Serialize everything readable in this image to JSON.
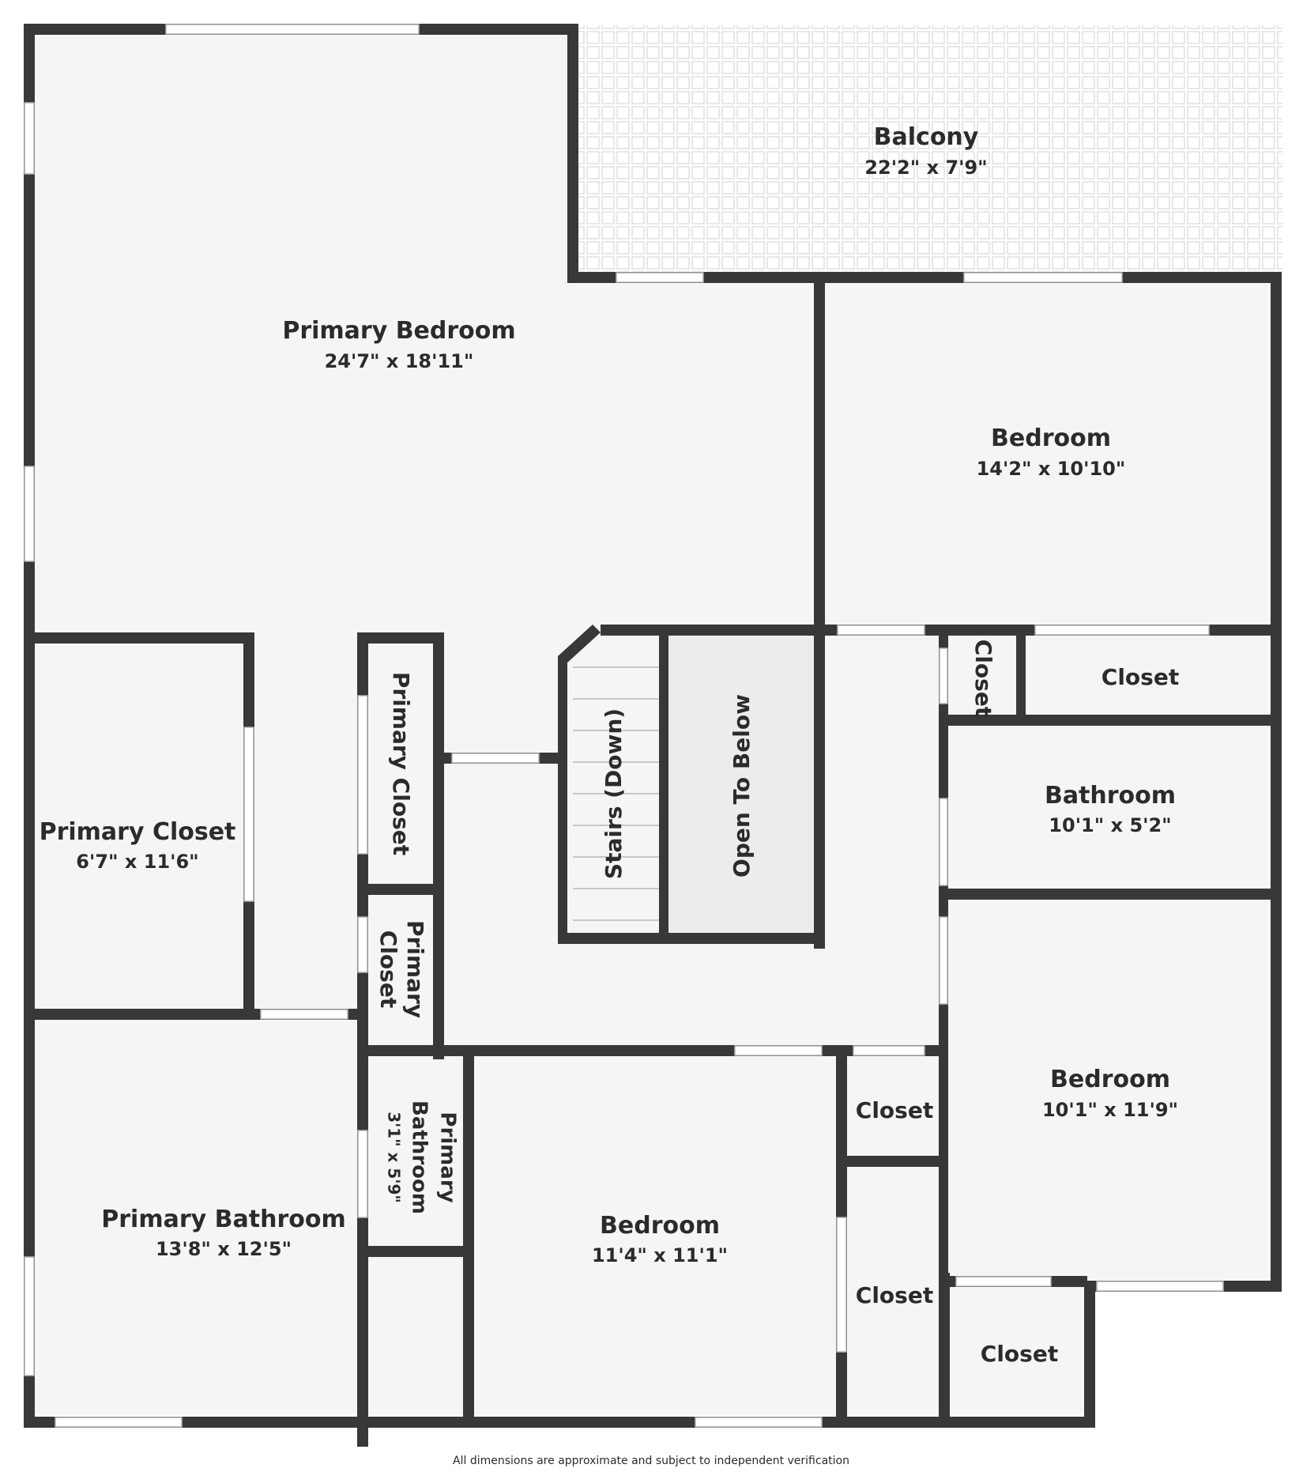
{
  "colors": {
    "wall": "#38383a",
    "floor": "#f5f5f5",
    "open_to_below": "#ececec",
    "balcony_tile": "#dcdcdc",
    "window": "#ffffff",
    "text": "#2b2b2d"
  },
  "rooms": {
    "balcony": {
      "name": "Balcony",
      "dims": "22'2\" x 7'9\""
    },
    "primary_bedroom": {
      "name": "Primary Bedroom",
      "dims": "24'7\" x 18'11\""
    },
    "bedroom_ne": {
      "name": "Bedroom",
      "dims": "14'2\" x 10'10\""
    },
    "closet_small_ne": {
      "name": "Closet"
    },
    "closet_ne": {
      "name": "Closet"
    },
    "bathroom": {
      "name": "Bathroom",
      "dims": "10'1\" x 5'2\""
    },
    "primary_closet_left": {
      "name": "Primary Closet",
      "dims": "6'7\" x 11'6\""
    },
    "primary_closet_narrow_1": {
      "name": "Primary Closet"
    },
    "primary_closet_narrow_2": {
      "line1": "Primary",
      "line2": "Closet"
    },
    "stairs": {
      "name": "Stairs (Down)"
    },
    "open_to_below": {
      "name": "Open To Below"
    },
    "bedroom_se": {
      "name": "Bedroom",
      "dims": "10'1\" x 11'9\""
    },
    "closet_mid_1": {
      "name": "Closet"
    },
    "closet_mid_2": {
      "name": "Closet"
    },
    "closet_se": {
      "name": "Closet"
    },
    "primary_bathroom_small": {
      "line1": "Primary",
      "line2": "Bathroom",
      "dims": "3'1\" x 5'9\""
    },
    "primary_bathroom": {
      "name": "Primary Bathroom",
      "dims": "13'8\" x 12'5\""
    },
    "bedroom_s": {
      "name": "Bedroom",
      "dims": "11'4\" x 11'1\""
    }
  },
  "footer": "All dimensions are approximate and subject to independent verification"
}
